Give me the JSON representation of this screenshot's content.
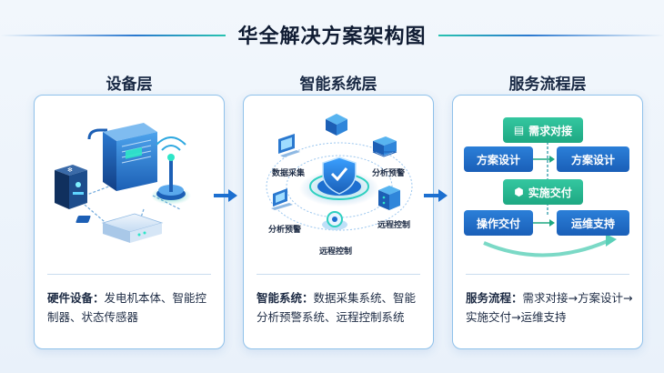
{
  "title": "华全解决方案架构图",
  "columns": [
    {
      "title": "设备层",
      "desc_label": "硬件设备：",
      "desc_text": "发电机本体、智能控制器、状态传感器"
    },
    {
      "title": "智能系统层",
      "desc_label": "智能系统：",
      "desc_text": "数据采集系统、智能分析预警系统、远程控制系统",
      "nodes": [
        "数据采集",
        "分析预警",
        "分析预警",
        "远程控制",
        "远程控制"
      ]
    },
    {
      "title": "服务流程层",
      "desc_label": "服务流程：",
      "desc_text": "需求对接→方案设计→实施交付→运维支持",
      "flow": {
        "step1": "需求对接",
        "step2a": "方案设计",
        "step2b": "方案设计",
        "step3": "实施交付",
        "step4a": "操作交付",
        "step4b": "运维支持"
      }
    }
  ],
  "colors": {
    "accent_blue": "#1a5fb8",
    "accent_green": "#1ea882",
    "card_border": "#8fc1ea"
  }
}
